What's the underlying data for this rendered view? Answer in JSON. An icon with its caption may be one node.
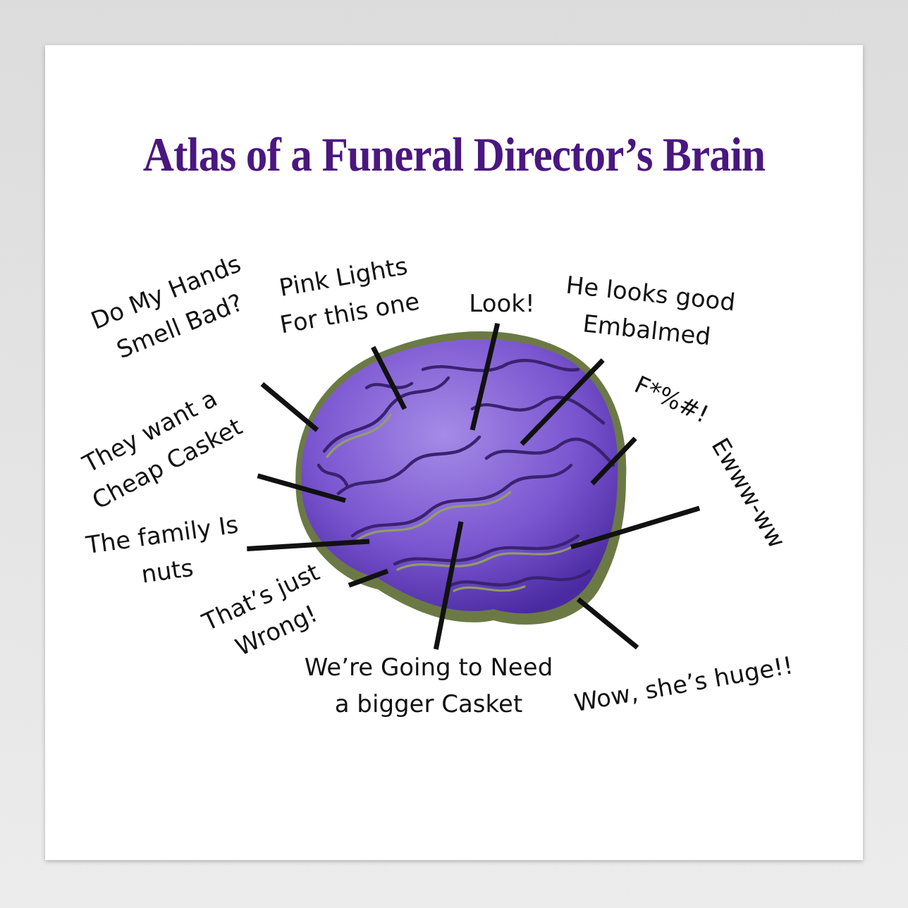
{
  "diagram": {
    "title": "Atlas of a Funeral Director’s Brain",
    "nodes": [
      {
        "text": [
          "Do My Hands Smell Bad?"
        ]
      },
      {
        "text": [
          "Pink Lights For this one"
        ]
      },
      {
        "text": [
          "Look!"
        ]
      },
      {
        "text": [
          "He looks good Embalmed"
        ]
      },
      {
        "text": [
          "F*%#!"
        ]
      },
      {
        "text": [
          "Ewww-ww"
        ]
      },
      {
        "text": [
          "They want a Cheap Casket"
        ]
      },
      {
        "text": [
          "The family Is nuts"
        ]
      },
      {
        "text": [
          "That’s just Wrong!"
        ]
      },
      {
        "text": [
          "We’re Going to Need a bigger Casket"
        ]
      },
      {
        "text": [
          "Wow, she’s huge!!"
        ]
      }
    ],
    "edges": [
      {
        "from": 0,
        "to": null,
        "arrow": "none"
      },
      {
        "from": 1,
        "to": null,
        "arrow": "none"
      },
      {
        "from": 2,
        "to": null,
        "arrow": "none"
      },
      {
        "from": 3,
        "to": null,
        "arrow": "none"
      },
      {
        "from": 4,
        "to": null,
        "arrow": "none"
      },
      {
        "from": 5,
        "to": null,
        "arrow": "none"
      },
      {
        "from": 6,
        "to": null,
        "arrow": "none"
      },
      {
        "from": 7,
        "to": null,
        "arrow": "none"
      },
      {
        "from": 8,
        "to": null,
        "arrow": "none"
      },
      {
        "from": 9,
        "to": null,
        "arrow": "none"
      },
      {
        "from": 10,
        "to": null,
        "arrow": "none"
      }
    ]
  }
}
